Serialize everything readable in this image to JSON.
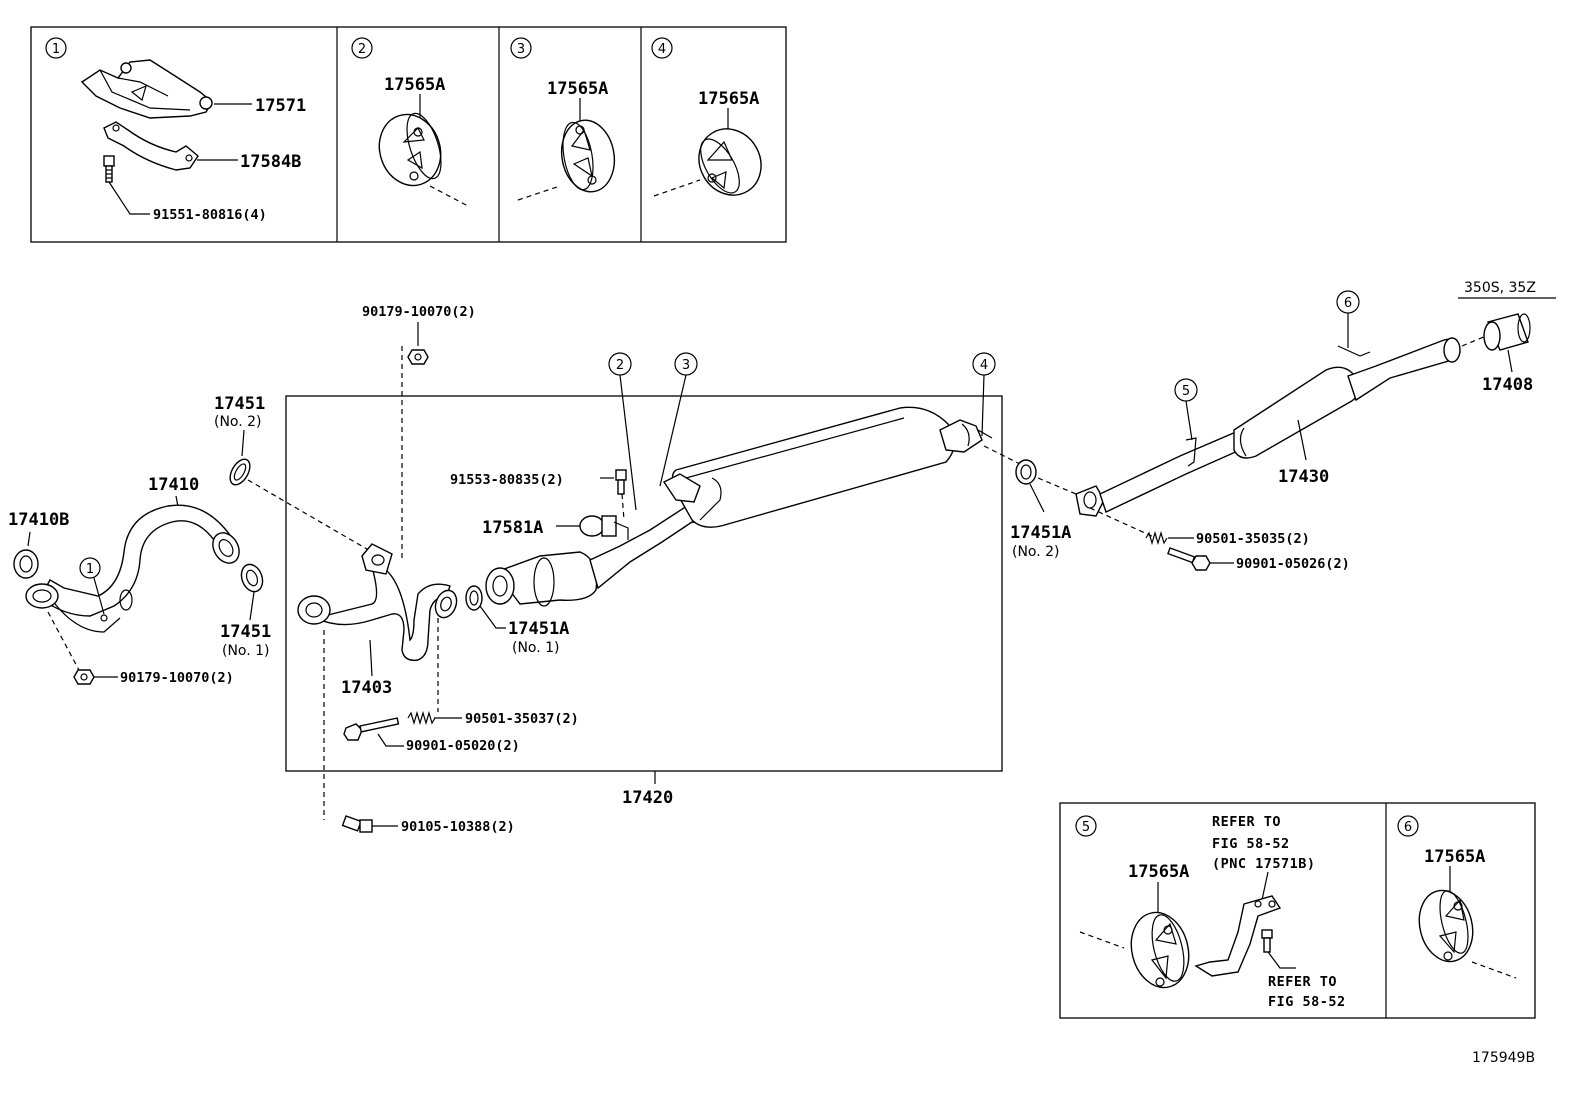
{
  "inset_top": {
    "panel1": {
      "num": "1",
      "labels": [
        "17571",
        "17584B",
        "91551-80816(4)"
      ]
    },
    "panel2": {
      "num": "2",
      "label": "17565A"
    },
    "panel3": {
      "num": "3",
      "label": "17565A"
    },
    "panel4": {
      "num": "4",
      "label": "17565A"
    }
  },
  "main": {
    "p_90179_top": "90179-10070(2)",
    "p_17451_no2": "17451",
    "p_17451_no2_sub": "(No. 2)",
    "p_17410": "17410",
    "p_17410B": "17410B",
    "c1": "1",
    "p_17451_no1": "17451",
    "p_17451_no1_sub": "(No. 1)",
    "p_90179_bottom": "90179-10070(2)",
    "p_17403": "17403",
    "p_90501_35037": "90501-35037(2)",
    "p_90901_05020": "90901-05020(2)",
    "p_17420": "17420",
    "p_90105_10388": "90105-10388(2)",
    "p_91553": "91553-80835(2)",
    "p_17581A": "17581A",
    "p_17451A_no1": "17451A",
    "p_17451A_no1_sub": "(No. 1)",
    "c2": "2",
    "c3": "3",
    "c4": "4",
    "p_17451A_no2": "17451A",
    "p_17451A_no2_sub": "(No. 2)",
    "p_90501_35035": "90501-35035(2)",
    "p_90901_05026": "90901-05026(2)",
    "c5": "5",
    "p_17430": "17430",
    "c6": "6",
    "variant": "350S, 35Z",
    "p_17408": "17408"
  },
  "inset_bottom": {
    "panel5": {
      "num": "5",
      "label": "17565A",
      "ref1": [
        "REFER TO",
        "FIG 58-52",
        "(PNC 17571B)"
      ],
      "ref2": [
        "REFER TO",
        "FIG 58-52"
      ]
    },
    "panel6": {
      "num": "6",
      "label": "17565A"
    }
  },
  "figure_code": "175949B"
}
